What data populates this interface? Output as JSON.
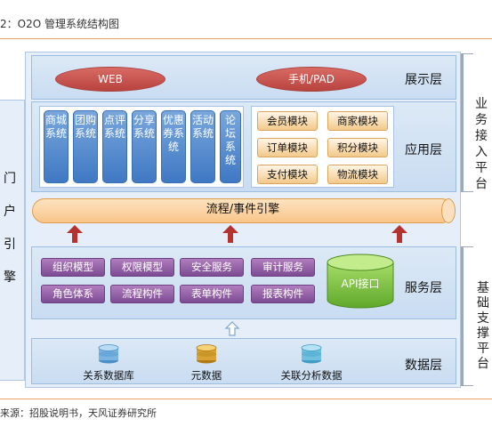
{
  "figure": {
    "title": "2：O2O 管理系统结构图",
    "source": "来源：招股说明书，天风证券研究所"
  },
  "left_portal": {
    "chars": [
      "门",
      "户",
      "引",
      "擎"
    ]
  },
  "side_groups": {
    "business": "业务接入平台",
    "foundation": "基础支撑平台"
  },
  "layers": {
    "display": {
      "label": "展示层",
      "items": [
        "WEB",
        "手机/PAD"
      ]
    },
    "application": {
      "label": "应用层",
      "systems": [
        "商城系统",
        "团购系统",
        "点评系统",
        "分享系统",
        "优惠券系统",
        "活动系统",
        "论坛系统"
      ],
      "modules": [
        "会员模块",
        "商家模块",
        "订单模块",
        "积分模块",
        "支付模块",
        "物流模块"
      ]
    },
    "engine": {
      "label": "流程/事件引擎"
    },
    "service": {
      "label": "服务层",
      "items": [
        "组织模型",
        "权限模型",
        "安全服务",
        "审计服务",
        "角色体系",
        "流程构件",
        "表单构件",
        "报表构件"
      ],
      "api": "API接口"
    },
    "data": {
      "label": "数据层",
      "items": [
        "关系数据库",
        "元数据",
        "关联分析数据"
      ]
    }
  },
  "colors": {
    "ellipse": "#c8524d",
    "system_box": "#4a83c9",
    "module_box": "#f6d3a0",
    "service_box": "#8e5aa3",
    "api_cylinder": "#7dc43a",
    "arrow": "#b5322e",
    "layer_fill": "#d3e3f5",
    "rule": "#e8a36a"
  }
}
